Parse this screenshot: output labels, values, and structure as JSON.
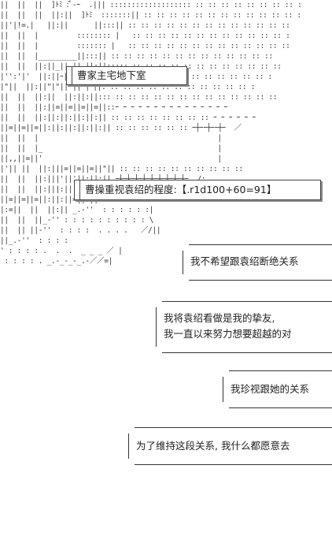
{
  "scene_label": "曹家主宅地下室",
  "roll_label": "曹操重视袁绍的程度:【.r1d100+60=91】",
  "bubbles": [
    {
      "lines": [
        "我不希望跟袁绍断绝关系"
      ]
    },
    {
      "lines": [
        "我将袁绍看做是我的挚友,",
        "我一直以来努力想要超越的对"
      ]
    },
    {
      "lines": [
        "我珍视跟她的关系"
      ]
    },
    {
      "lines": [
        "为了维持这段关系, 我什么都愿意去"
      ]
    }
  ],
  "art": {
    "lines": [
      "||  ||  ||  ]ﾄﾐ ̄:ﾞ-ｰ  .||| ::::::::::::::::::: :: :: :: :: :: :: :: :: :",
      "||  ||  ||  ||:||  ]ﾄﾐ  :::::::|| :: :: :: :: :: :: :: :: :: :: :: :: :",
      "||'|!=.|   ||:||      ||:::|| :: :: :: :: :: :: :: :: :: :: :: :: ::",
      "||  ||  |         :::::::: |   :: :: :: :: :: :: :: :: :: :: :: :: :",
      "||  ||  |         ::::::: |   :: :: :: :: :: :: :: :: :: :: :: :: ::",
      "||  ||  |_________||:::|| :: :: :: :: :: :: :: :: :: :: :: :: ::",
      "||  ||  ||:||_|| || ||:||::::: :: :: :: :: :: :: :: :: :: :: :: ::",
      "|'':'|'  ||:||ｰ|| ||:|| :: :: :: :: :: :: :: :: :: :: :: :: :: :",
      "|\"||  ||:||\"|\"|| ||\"|ｰ||: :: :: :: :: :: :: :: :: :: :: :: :",
      "||  ||  ||:||  ||:||:||::: :: :: :: :: :: :: :: :: :: :: :: :: ::",
      "||  ||  ||:||=||=||=||=||::ｰ ｰ ｰ ｰ ｰ ｰ ｰ ｰ ｰ ｰ ｰ ｰ ｰ ｰ ｰ",
      "||  ||  ||:||:||:||:||:|| :: :: :: :: :: :: :: :: ｰ ｰ ｰ ｰ ｰ ｰ",
      "||=||=||=||:||:||:||:||:|| :: :: :: :: :: :: ｰ┼ｰｰ┼ｰｰ┼ｰ  ／",
      "||  ||  |                                          |",
      "||  ||  |_                                         |",
      "||,,||=||'                                         |",
      "|'|| ||  ||:|||=||=||=||\"|| :: :: :: :: :: :: :: :: :: ::",
      "||  ||  ||:|||'||'||:||:|| ｰ┼ｰ┼ｰ┼ｰ┼ｰ┼ｰ┼ｰ┼ｰ┼ｰ┼ｰ  /:",
      "||  ||  ||:|||:||:||:||:||ｰｰｰｰｰｰｰｰｰｰｰｰｰｰｰｰｰｰｰ  :",
      "||=||=||=||:||:||=||:||-''  : : : :f",
      "|:=||  ||  ||:|| _.-''  : : : : : :|",
      "||  ||  ||_-'' : : : : : : : : : : \\",
      "||  || ||-''  : : : :  . . . .   ／/||",
      "||_.-''  : : : :                   ",
      "' : : : : .  .  .  _ _ _ ／ |",
      " : : : : . _.-_-_-_.-／／=|",
      "                          ",
      "                          ",
      "                          ",
      "                          ",
      "                          ",
      "                          "
    ]
  }
}
